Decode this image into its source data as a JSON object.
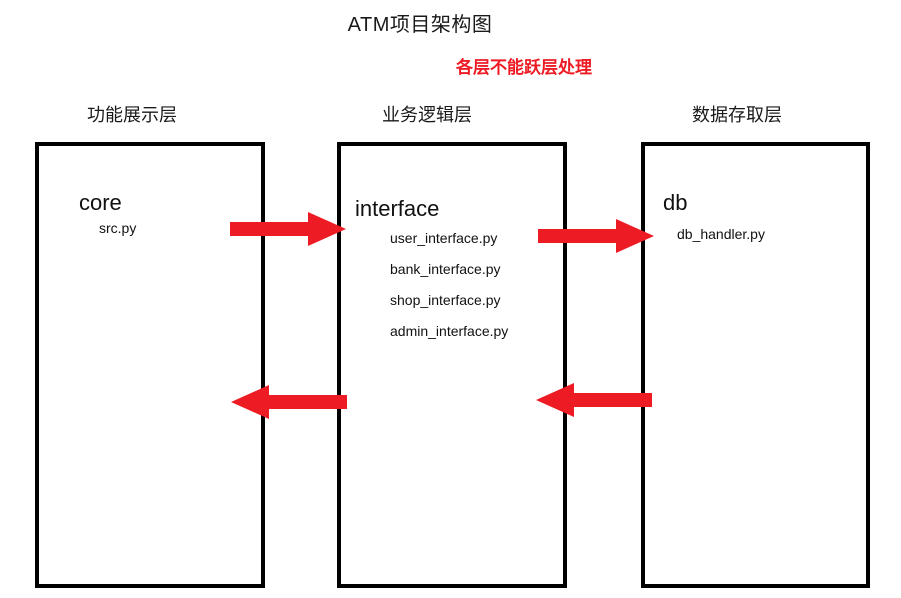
{
  "title": "ATM项目架构图",
  "subtitle": "各层不能跃层处理",
  "colors": {
    "accent_red": "#ed1c24",
    "box_border": "#000000",
    "background": "#ffffff"
  },
  "layers": [
    {
      "header": "功能展示层",
      "module": "core",
      "files": [
        "src.py"
      ]
    },
    {
      "header": "业务逻辑层",
      "module": "interface",
      "files": [
        "user_interface.py",
        "bank_interface.py",
        "shop_interface.py",
        "admin_interface.py"
      ]
    },
    {
      "header": "数据存取层",
      "module": "db",
      "files": [
        "db_handler.py"
      ]
    }
  ],
  "arrows": [
    {
      "name": "core-to-interface",
      "direction": "right"
    },
    {
      "name": "interface-to-db",
      "direction": "right"
    },
    {
      "name": "interface-to-core",
      "direction": "left"
    },
    {
      "name": "db-to-interface",
      "direction": "left"
    }
  ]
}
